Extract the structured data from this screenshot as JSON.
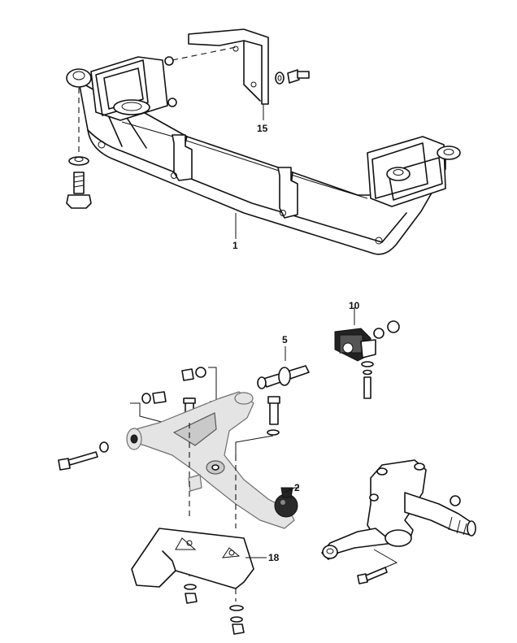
{
  "parts": [
    {
      "id": "crossmember",
      "number": "1"
    },
    {
      "id": "lower-control-arm",
      "number": "2"
    },
    {
      "id": "eccentric-bolt",
      "number": "5"
    },
    {
      "id": "bushing-bracket",
      "number": "10"
    },
    {
      "id": "mounting-bracket",
      "number": "15"
    },
    {
      "id": "splash-shield",
      "number": "18"
    }
  ]
}
